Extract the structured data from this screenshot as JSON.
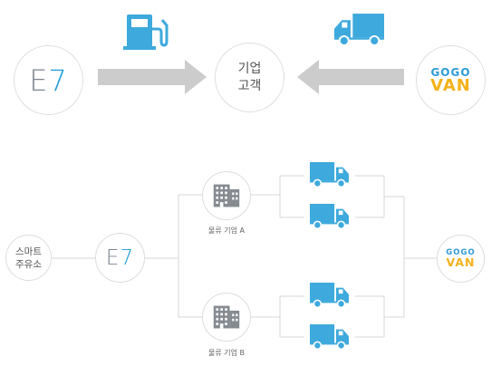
{
  "top": {
    "source_logo": {
      "e": "E",
      "seven": "7"
    },
    "center_label_line1": "기업",
    "center_label_line2": "고객",
    "partner_logo": {
      "line1": "GOGO",
      "line2": "VAN"
    }
  },
  "bottom": {
    "station_label_line1": "스마트",
    "station_label_line2": "주유소",
    "hub_logo": {
      "e": "E",
      "seven": "7"
    },
    "company_a_label": "물류 기업 A",
    "company_b_label": "물류 기업 B",
    "partner_logo": {
      "line1": "GOGO",
      "line2": "VAN"
    }
  },
  "colors": {
    "icon_blue": "#3ea9dc",
    "arrow_gray": "#cccccc",
    "e_gray": "#7d8590",
    "seven_blue": "#1a9bd7",
    "gogo_blue": "#2f9bd5",
    "van_yellow": "#f3b21a"
  },
  "icons": [
    "fuel-pump-icon",
    "truck-icon",
    "building-icon",
    "arrow-right-icon",
    "arrow-left-icon"
  ]
}
